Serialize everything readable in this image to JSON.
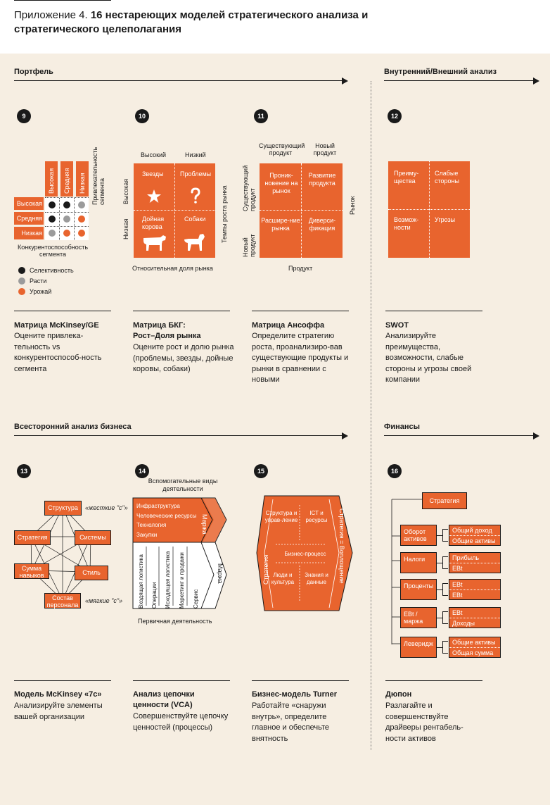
{
  "header": {
    "title_prefix": "Приложение 4.",
    "title_bold": "16 нестареющих моделей стратегического анализа и стратегического целеполагания"
  },
  "sections": {
    "portfolio": "Портфель",
    "internal_external": "Внутренний/Внешний анализ",
    "business_analysis": "Всесторонний анализ бизнеса",
    "finance": "Финансы"
  },
  "colors": {
    "accent": "#e8642e",
    "panel": "#f6eee2",
    "dark": "#1a1a1a",
    "grey": "#9b9b9b"
  },
  "m9": {
    "num": "9",
    "cols": [
      "Высокая",
      "Средняя",
      "Низкая"
    ],
    "rows": [
      "Высокая",
      "Средняя",
      "Низкая"
    ],
    "axis_attr": "Привлекательность сегмента",
    "axis_comp": "Конкурентоспособность сегмента",
    "grid": [
      [
        "black",
        "black",
        "grey"
      ],
      [
        "black",
        "grey",
        "orange"
      ],
      [
        "grey",
        "orange",
        "orange"
      ]
    ],
    "legend": [
      {
        "label": "Селективность",
        "color": "black"
      },
      {
        "label": "Расти",
        "color": "grey"
      },
      {
        "label": "Урожай",
        "color": "orange"
      }
    ],
    "title": "Матрица McKinsey/GE",
    "desc": "Оцените привлека-тельность vs конкурентоспособ-ность сегмента"
  },
  "m10": {
    "num": "10",
    "col_high": "Высокий",
    "col_low": "Низкий",
    "row_high": "Высокая",
    "row_low": "Низкая",
    "cells": [
      "Звезды",
      "Проблемы",
      "Дойная корова",
      "Собаки"
    ],
    "axis_right": "Темпы роста рынка",
    "axis_bottom": "Относительная доля рынка",
    "title1": "Матрица БКГ:",
    "title2": "Рост–Доля рынка",
    "desc": "Оцените рост и долю рынка (проблемы, звезды, дойные коровы, собаки)"
  },
  "m11": {
    "num": "11",
    "col1": "Существующий продукт",
    "col2": "Новый продукт",
    "row1": "Существующий продукт",
    "row2": "Новый продукт",
    "cells": [
      "Проник-новение на рынок",
      "Развитие продукта",
      "Расшире-ние рынка",
      "Диверси-фикация"
    ],
    "axis_right": "Рынок",
    "axis_bottom": "Продукт",
    "title": "Матрица Ансоффа",
    "desc": "Определите стратегию роста, проанализиро-вав существующие продукты и рынки в сравнении с новыми"
  },
  "m12": {
    "num": "12",
    "cells": [
      "Преиму-щества",
      "Слабые стороны",
      "Возмож-ности",
      "Угрозы"
    ],
    "title": "SWOT",
    "desc": "Анализируйте преимущества, возможности, слабые стороны и угрозы своей компании"
  },
  "m13": {
    "num": "13",
    "boxes": [
      "Структура",
      "Стратегия",
      "Системы",
      "Сумма навыков",
      "Стиль",
      "Состав персонала"
    ],
    "hard": "«жесткие \"с\"»",
    "soft": "«мягкие \"с\"»",
    "title": "Модель McKinsey «7с»",
    "desc": "Анализируйте элементы вашей организации"
  },
  "m14": {
    "num": "14",
    "support_title": "Вспомогательные виды деятельности",
    "support": [
      "Инфраструктура",
      "Человеческие ресурсы",
      "Технология",
      "Закупки"
    ],
    "margin": "Маржа",
    "primary": [
      "Входящая логистика",
      "Операции",
      "Исходящая логистика",
      "Маркетинг и продажи",
      "Сервис"
    ],
    "primary_title": "Первичная деятельность",
    "title1": "Анализ цепочки",
    "title2": "ценности (VCA)",
    "desc": "Совершенствуйте цепочку ценностей (процессы)"
  },
  "m15": {
    "num": "15",
    "left": "Стратегия",
    "right": "Стратегия = Воплощение",
    "cells": [
      "Структура и управ-ление",
      "ICT и ресурсы",
      "Бизнес-процесс",
      "Люди и культура",
      "Знания и данные"
    ],
    "title": "Бизнес-модель Turner",
    "desc": "Работайте «снаружи внутрь», определите главное и обеспечьте внятность"
  },
  "m16": {
    "num": "16",
    "root": "Стратегия",
    "levels": [
      {
        "label": "Оборот активов",
        "items": [
          "Общий доход",
          "Общие активы"
        ]
      },
      {
        "label": "Налоги",
        "items": [
          "Прибыль",
          "EBt"
        ]
      },
      {
        "label": "Проценты",
        "items": [
          "EBt",
          "EBt"
        ]
      },
      {
        "label": "EBt / маржа",
        "items": [
          "EBt",
          "Доходы"
        ]
      },
      {
        "label": "Леверидж",
        "items": [
          "Общие активы",
          "Общая сумма"
        ]
      }
    ],
    "title": "Дюпон",
    "desc": "Разлагайте и совершенствуйте драйверы рентабель-ности активов"
  }
}
